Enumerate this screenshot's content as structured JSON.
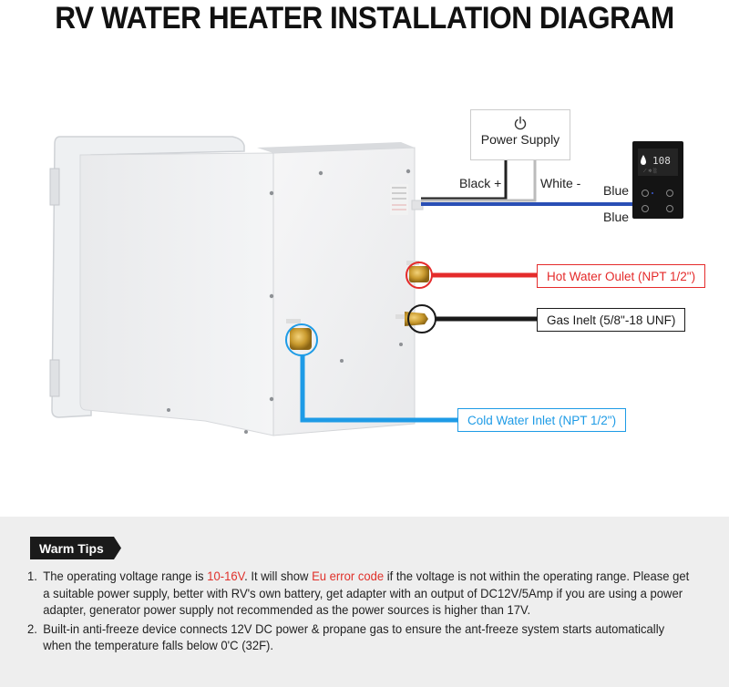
{
  "title": "RV WATER HEATER INSTALLATION DIAGRAM",
  "power_supply": {
    "icon": "power-icon",
    "label": "Power Supply",
    "wire_black": "Black +",
    "wire_white": "White -"
  },
  "controller": {
    "wire_top": "Blue",
    "wire_bottom": "Blue",
    "display_value": "108"
  },
  "callouts": {
    "hot_water": "Hot Water Oulet (NPT 1/2\")",
    "gas": "Gas Inelt (5/8\"-18 UNF)",
    "cold_water": "Cold Water Inlet (NPT 1/2\")"
  },
  "colors": {
    "hot": "#e52b2b",
    "gas": "#1a1a1a",
    "cold": "#1e9be6",
    "blue_wire": "#2a4fb5",
    "tips_bg": "#eeeeee",
    "highlight": "#e0312b"
  },
  "tips": {
    "badge": "Warm Tips",
    "items": [
      {
        "num": "1.",
        "pre": "The operating voltage range is ",
        "hl1": "10-16V",
        "mid": ". It will show ",
        "hl2": "Eu error code",
        "post": " if the voltage is not within the operating range. Please get a suitable power supply, better with RV's own battery, get adapter with an output of DC12V/5Amp if you are using a power adapter, generator power supply not recommended as the power sources is higher than 17V."
      },
      {
        "num": "2.",
        "text": "Built-in anti-freeze device connects 12V DC power & propane gas to ensure the ant-freeze system starts automatically when the temperature falls below 0'C (32F)."
      }
    ]
  }
}
